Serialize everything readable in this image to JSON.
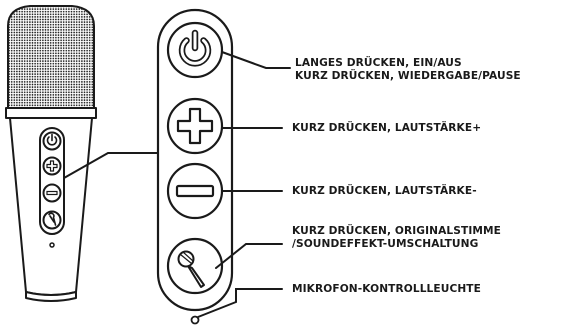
{
  "labels": {
    "power": {
      "line1": "LANGES DRÜCKEN, EIN/AUS",
      "line2": "KURZ DRÜCKEN, WIEDERGABE/PAUSE"
    },
    "volume_up": "KURZ DRÜCKEN, LAUTSTÄRKE+",
    "volume_down": "KURZ DRÜCKEN, LAUTSTÄRKE-",
    "vocal": {
      "line1": "KURZ DRÜCKEN, ORIGINALSTIMME",
      "line2": "/SOUNDEFFEKT-UMSCHALTUNG"
    },
    "indicator": "MIKROFON-KONTROLLLEUCHTE"
  },
  "icons": {
    "power": "power-icon",
    "plus": "plus-icon",
    "minus": "minus-icon",
    "mic": "microphone-icon",
    "led": "indicator-light-icon"
  },
  "colors": {
    "line": "#1a1a1a",
    "background": "#ffffff"
  }
}
